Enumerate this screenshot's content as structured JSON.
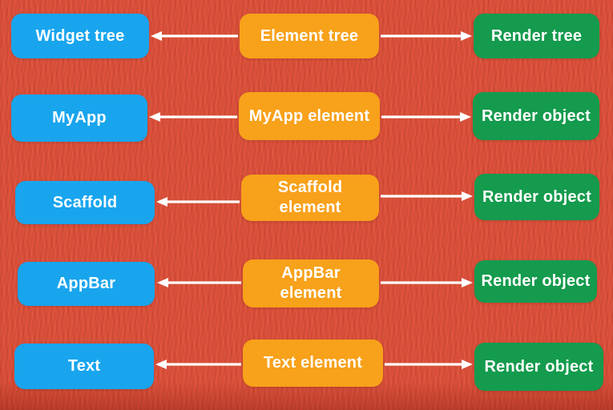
{
  "colors": {
    "background": "#dc4831",
    "widget-box": "#18a5ee",
    "element-box": "#f8a11a",
    "render-box": "#149b4d",
    "arrow": "#ffffff",
    "text": "#ffffff"
  },
  "diagram": {
    "description": "Flutter widget/element/render tree mapping diagram",
    "arrow_semantics": {
      "left_arrow": "element points to its widget",
      "right_arrow": "element points to its render object"
    },
    "rows": [
      {
        "widget": "Widget tree",
        "element": "Element tree",
        "render": "Render tree"
      },
      {
        "widget": "MyApp",
        "element": "MyApp element",
        "render": "Render object"
      },
      {
        "widget": "Scaffold",
        "element": "Scaffold\nelement",
        "render": "Render object"
      },
      {
        "widget": "AppBar",
        "element": "AppBar\nelement",
        "render": "Render object"
      },
      {
        "widget": "Text",
        "element": "Text element",
        "render": "Render object"
      }
    ]
  }
}
